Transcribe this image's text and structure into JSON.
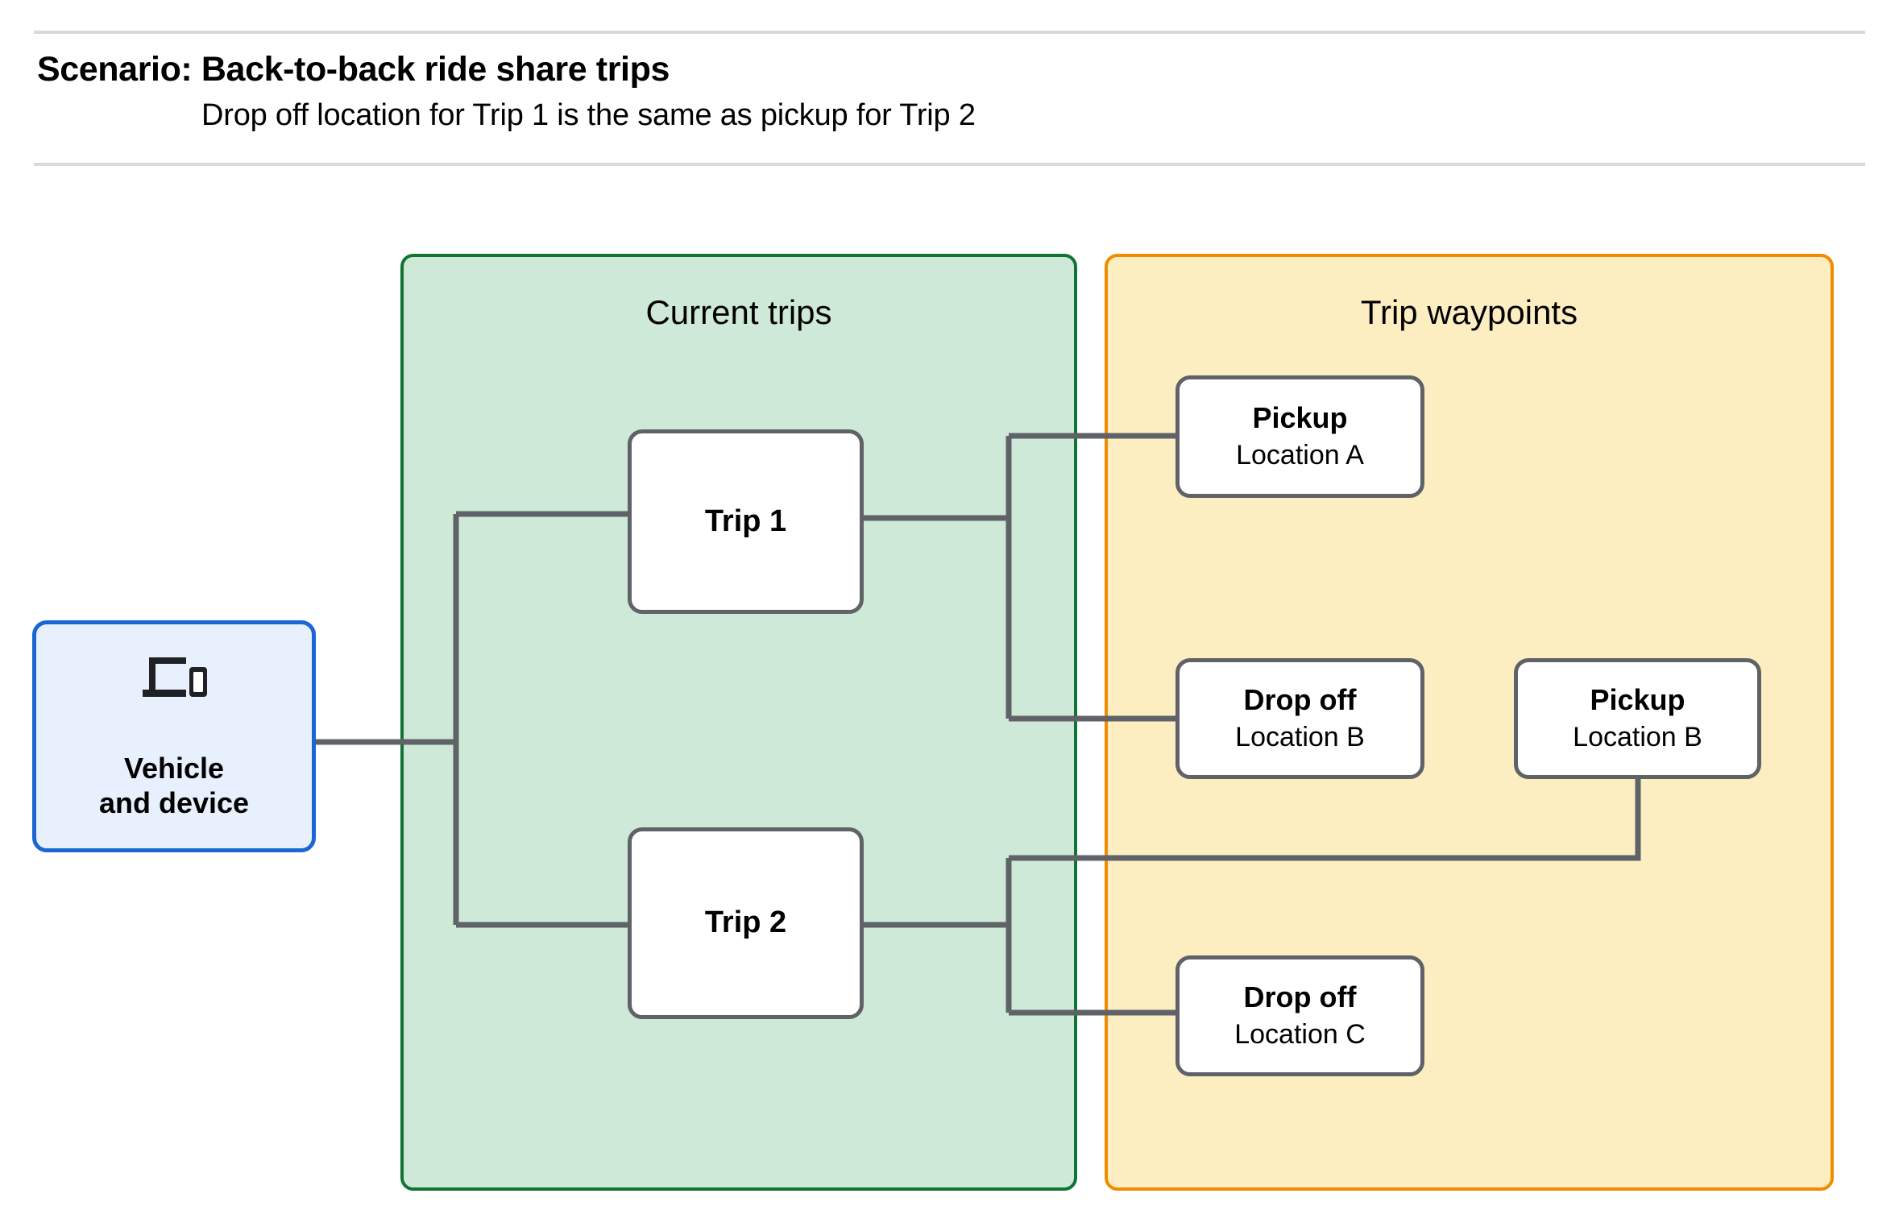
{
  "header": {
    "title": "Scenario: Back-to-back ride share trips",
    "subtitle": "Drop off  location for Trip 1 is the same as pickup for Trip 2"
  },
  "colors": {
    "current_trips_fill": "#cee9d7",
    "current_trips_border": "#137333",
    "trip_waypoints_fill": "#fdeec2",
    "trip_waypoints_border": "#f08c00",
    "vehicle_fill": "#e8f0fe",
    "vehicle_border": "#1967d2",
    "node_border": "#5f6368",
    "node_fill": "#ffffff",
    "connector": "#5f6368",
    "rule": "#d9d9d9"
  },
  "vehicle": {
    "icon": "devices-icon",
    "label": "Vehicle\nand device"
  },
  "groups": [
    {
      "id": "current-trips",
      "title": "Current trips"
    },
    {
      "id": "trip-waypoints",
      "title": "Trip waypoints"
    }
  ],
  "trips": [
    {
      "id": "trip-1",
      "label": "Trip 1"
    },
    {
      "id": "trip-2",
      "label": "Trip 2"
    }
  ],
  "waypoints": [
    {
      "id": "pickup-a",
      "type": "Pickup",
      "location": "Location A"
    },
    {
      "id": "dropoff-b",
      "type": "Drop off",
      "location": "Location B"
    },
    {
      "id": "pickup-b",
      "type": "Pickup",
      "location": "Location B"
    },
    {
      "id": "dropoff-c",
      "type": "Drop off",
      "location": "Location C"
    }
  ]
}
